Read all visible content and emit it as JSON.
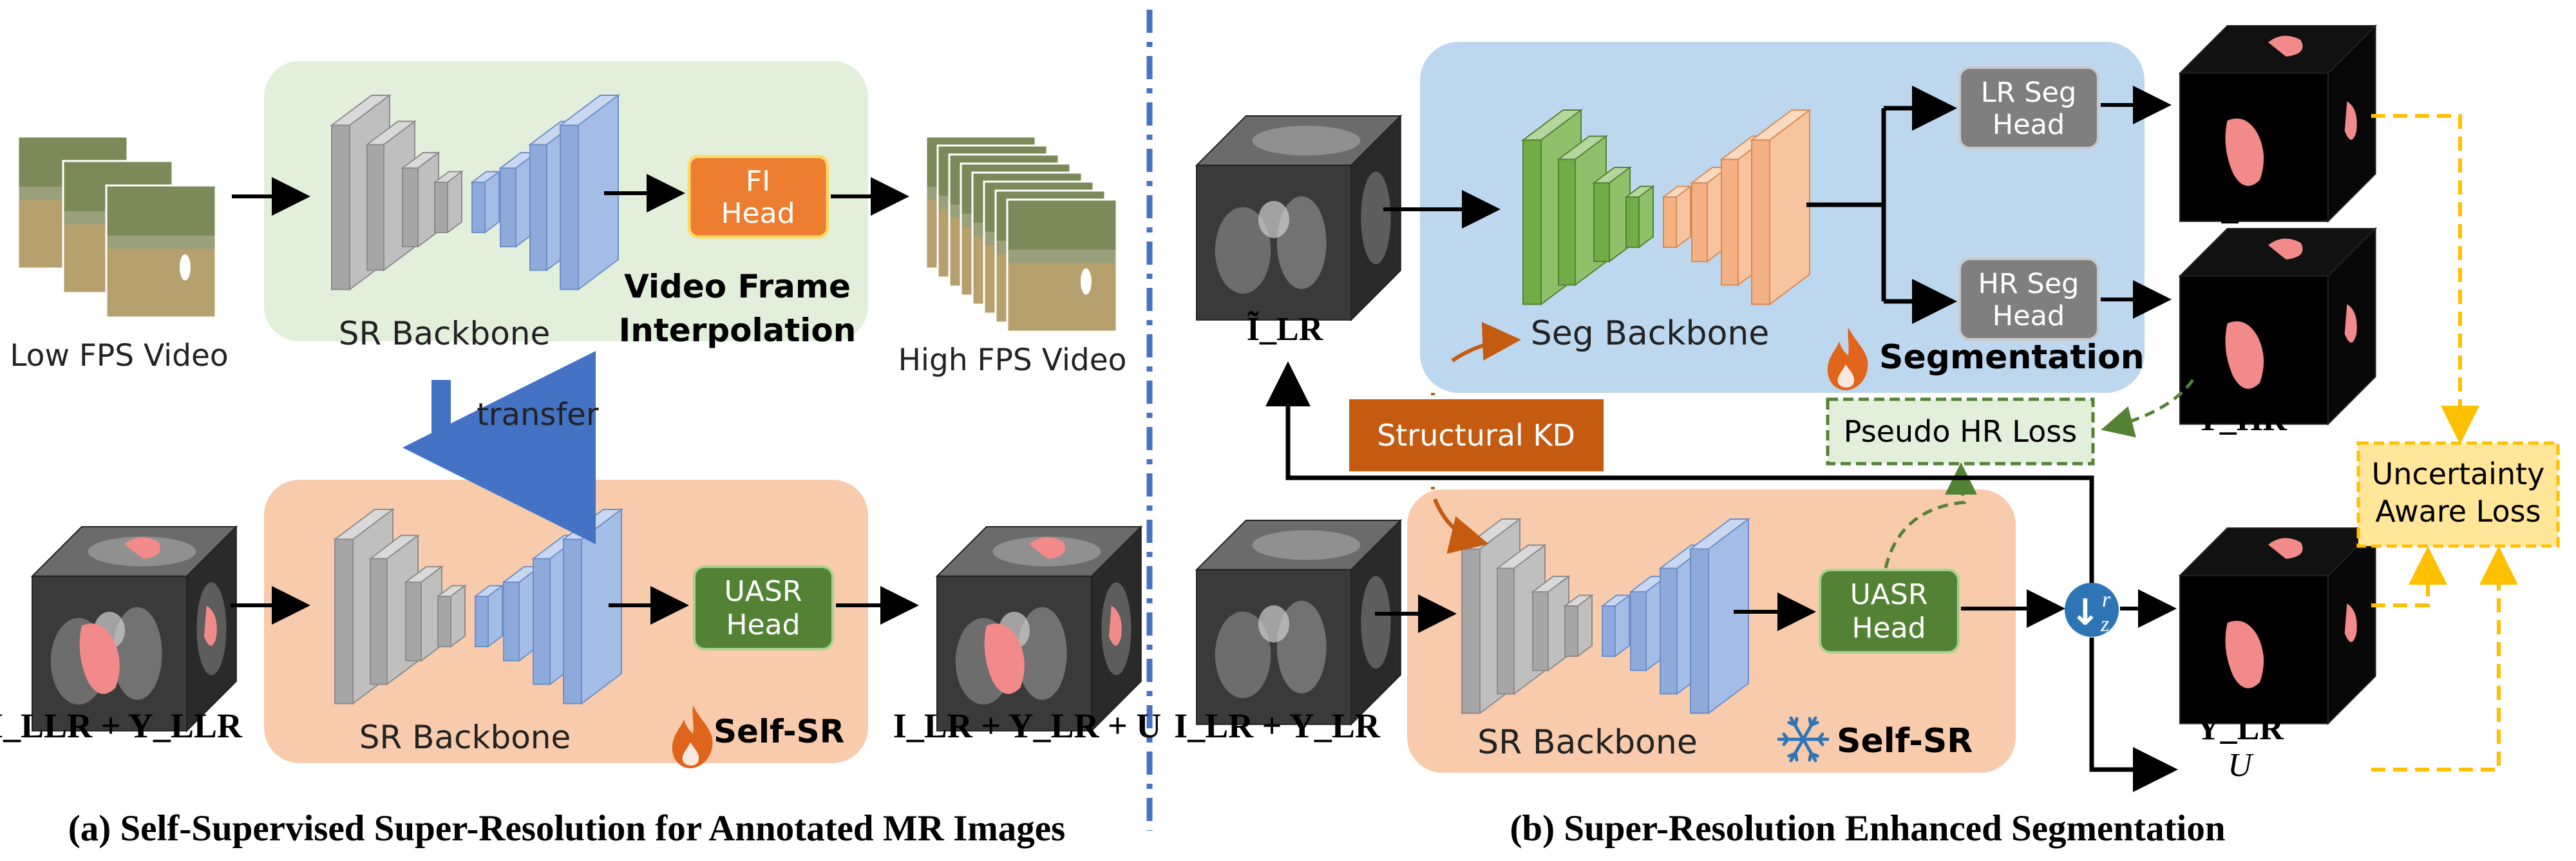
{
  "left": {
    "caption": "(a) Self-Supervised Super-Resolution for Annotated MR Images",
    "low_fps_label": "Low FPS Video",
    "high_fps_label": "High FPS Video",
    "top_backbone_label": "SR Backbone",
    "fi_head_line1": "FI",
    "fi_head_line2": "Head",
    "vfi_line1": "Video Frame",
    "vfi_line2": "Interpolation",
    "transfer_label": "transfer",
    "bottom_backbone_label": "SR Backbone",
    "uasr_head_line1": "UASR",
    "uasr_head_line2": "Head",
    "self_sr_label": "Self-SR",
    "input_math": "I_LLR + Y_LLR",
    "output_math": "I_LR + Y_LR + U"
  },
  "right": {
    "caption": "(b) Super-Resolution Enhanced Segmentation",
    "input_top_math": "Ĩ_LR",
    "seg_backbone_label": "Seg Backbone",
    "segmentation_label": "Segmentation",
    "lr_seg_head_line1": "LR Seg",
    "lr_seg_head_line2": "Head",
    "hr_seg_head_line1": "HR Seg",
    "hr_seg_head_line2": "Head",
    "out_lr_math": "Ŷ_LR",
    "out_hr_math": "Ŷ_HR",
    "structural_kd_label": "Structural KD",
    "pseudo_hr_loss_label": "Pseudo HR Loss",
    "uncertainty_line1": "Uncertainty",
    "uncertainty_line2": "Aware Loss",
    "input_bottom_math": "I_LR + Y_LR",
    "sr_backbone_label": "SR Backbone",
    "uasr_head_line1": "UASR",
    "uasr_head_line2": "Head",
    "self_sr_label": "Self-SR",
    "downsample_symbol": "↓",
    "downsample_sup": "r",
    "downsample_sub": "z",
    "out_tilde_math": "Ỹ_LR",
    "uncertainty_math": "U"
  },
  "colors": {
    "green_panel": "#e2efda",
    "blue_panel": "#bdd7ee",
    "orange_panel": "#f8cbad",
    "fi_head": "#ed7d31",
    "uasr_head": "#548235",
    "seg_head": "#7f7f7f",
    "structural_kd": "#c55a11",
    "pseudo_loss_fill": "#e2efda",
    "uncertainty_fill": "#ffe699",
    "divider": "#4472c4",
    "dashed_yellow": "#ffc000"
  }
}
